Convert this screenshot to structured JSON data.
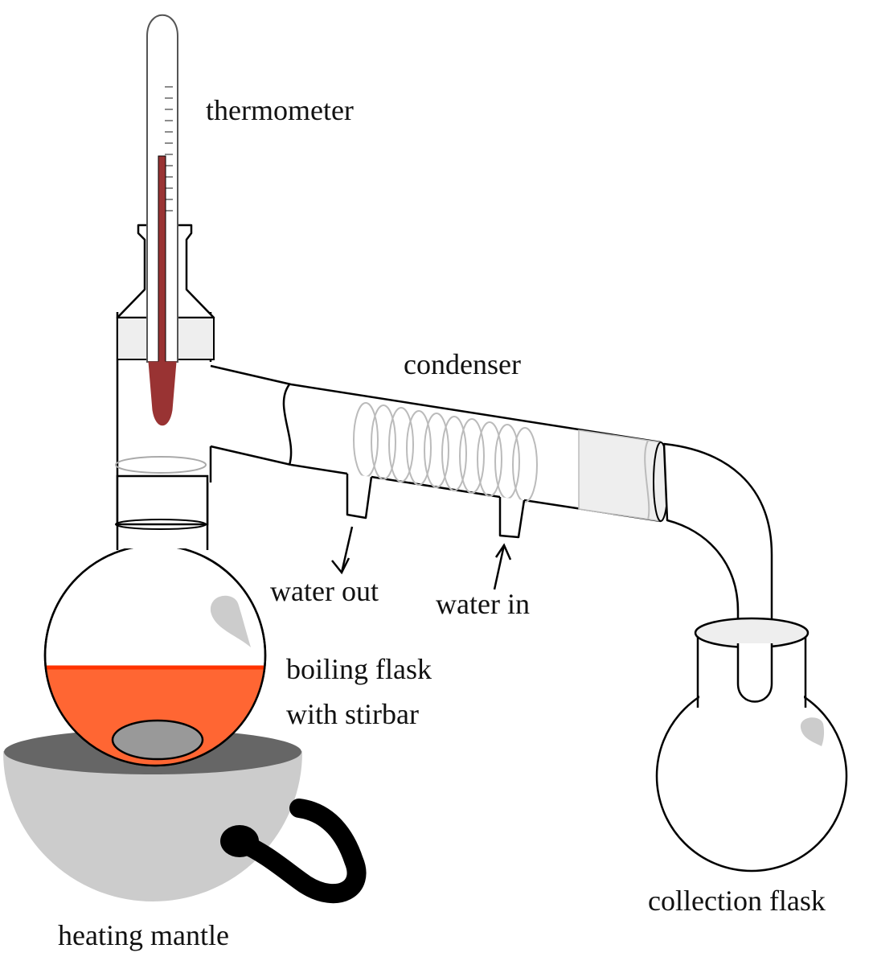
{
  "labels": {
    "thermometer": "thermometer",
    "condenser": "condenser",
    "water_out": "water out",
    "water_in": "water in",
    "boiling_flask_line1": "boiling flask",
    "boiling_flask_line2": "with stirbar",
    "collection_flask": "collection flask",
    "heating_mantle": "heating mantle"
  },
  "colors": {
    "liquid": "#ff6633",
    "liquid_surface": "#ff3300",
    "thermometer_fluid": "#993333",
    "mantle": "#cccccc",
    "mantle_opening": "#666666",
    "glass_tint": "#eeeeee",
    "cord": "#000000",
    "stirbar": "#999999"
  }
}
